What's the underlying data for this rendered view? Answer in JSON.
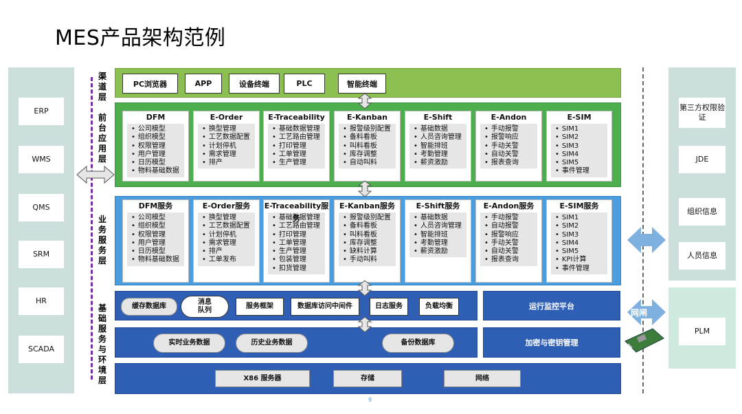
{
  "title": "MES产品架构范例",
  "left_systems": [
    "ERP",
    "WMS",
    "QMS",
    "SRM",
    "HR",
    "SCADA"
  ],
  "right_systems_top": [
    "第三方权限验证",
    "JDE",
    "组织信息",
    "人员信息"
  ],
  "right_systems_bottom": [
    "PLM"
  ],
  "gateway_label": "网闸",
  "layer_labels": {
    "channel": "渠道层",
    "front": "前台应用层",
    "service": "业务服务层",
    "base": "基础服务与环境层"
  },
  "channel_items": [
    "PC浏览器",
    "APP",
    "设备终端",
    "PLC",
    "智能终端"
  ],
  "front_cards": [
    {
      "title": "DFM",
      "items": [
        "公司模型",
        "组织模型",
        "权限管理",
        "用户管理",
        "日历模型",
        "物料基础数据"
      ]
    },
    {
      "title": "E-Order",
      "items": [
        "换型管理",
        "工艺数据配置",
        "计划停机",
        "需求管理",
        "排产"
      ]
    },
    {
      "title": "E-Traceability",
      "items": [
        "基础数据管理",
        "工艺路由管理",
        "打印管理",
        "工单管理",
        "生产管理"
      ]
    },
    {
      "title": "E-Kanban",
      "items": [
        "报警级别配置",
        "备料看板",
        "叫料看板",
        "库存调整",
        "自动叫料"
      ]
    },
    {
      "title": "E-Shift",
      "items": [
        "基础数据",
        "人员咨询管理",
        "智能排班",
        "考勤管理",
        "薪资激励"
      ]
    },
    {
      "title": "E-Andon",
      "items": [
        "手动报警",
        "报警响应",
        "手动关警",
        "自动关警",
        "报表查询"
      ]
    },
    {
      "title": "E-SIM",
      "items": [
        "SIM1",
        "SIM2",
        "SIM3",
        "SIM4",
        "SIM5",
        "事件管理"
      ]
    }
  ],
  "service_cards": [
    {
      "title": "DFM服务",
      "items": [
        "公司模型",
        "组织模型",
        "权限管理",
        "用户管理",
        "日历模型",
        "物料基础数据"
      ]
    },
    {
      "title": "E-Order服务",
      "items": [
        "换型管理",
        "工艺数据配置",
        "计划停机",
        "需求管理",
        "排产",
        "工单发布"
      ]
    },
    {
      "title": "E-Traceability服务",
      "items": [
        "基础数据管理",
        "工艺路由管理",
        "打印管理",
        "工单管理",
        "生产管理",
        "包装管理",
        "扣货管理"
      ]
    },
    {
      "title": "E-Kanban服务",
      "items": [
        "报警级别配置",
        "备料看板",
        "叫料看板",
        "库存调整",
        "缺料计算",
        "手动叫料"
      ]
    },
    {
      "title": "E-Shift服务",
      "items": [
        "基础数据",
        "人员咨询管理",
        "智能排班",
        "考勤管理",
        "薪资激励"
      ]
    },
    {
      "title": "E-Andon服务",
      "items": [
        "手动报警",
        "自动报警",
        "报警响应",
        "手动关警",
        "自动关警",
        "报表查询"
      ]
    },
    {
      "title": "E-SIM服务",
      "items": [
        "SIM1",
        "SIM2",
        "SIM3",
        "SIM4",
        "SIM5",
        "KPI计算",
        "事件管理"
      ]
    }
  ],
  "base_row1": {
    "cache_db": "缓存数据库",
    "msg_queue_line1": "消息",
    "msg_queue_line2": "队列",
    "service_framework": "服务框架",
    "db_middleware": "数据库访问中间件",
    "log_service": "日志服务",
    "load_balance": "负载均衡"
  },
  "monitor_platform": "运行监控平台",
  "base_row2": {
    "realtime_data": "实时业务数据",
    "history_data": "历史业务数据",
    "backup_db": "备份数据库"
  },
  "encryption": "加密与密钥管理",
  "base_row3": [
    "X86 服务器",
    "存储",
    "网络"
  ],
  "page_number": "9"
}
